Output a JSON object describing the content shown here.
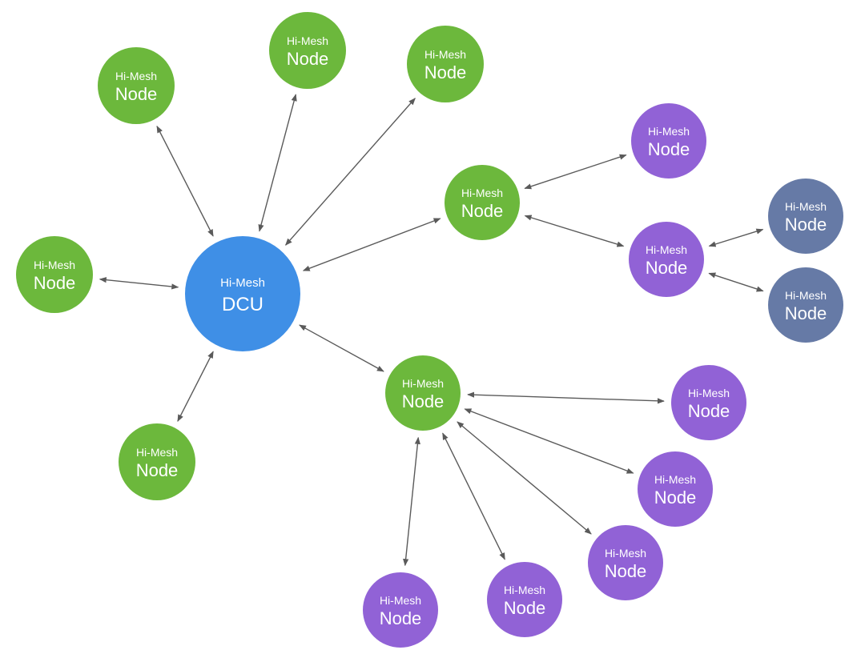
{
  "colors": {
    "dcu": "#3f8fe6",
    "tier1": "#6cb83c",
    "tier2": "#9162d6",
    "tier3": "#667aa6",
    "link": "#5a5a5a"
  },
  "dcu": {
    "line1": "Hi-Mesh",
    "line2": "DCU"
  },
  "nodes": [
    {
      "id": "n1",
      "tier": "tier1",
      "line1": "Hi-Mesh",
      "line2": "Node"
    },
    {
      "id": "n2",
      "tier": "tier1",
      "line1": "Hi-Mesh",
      "line2": "Node"
    },
    {
      "id": "n3",
      "tier": "tier1",
      "line1": "Hi-Mesh",
      "line2": "Node"
    },
    {
      "id": "n4",
      "tier": "tier1",
      "line1": "Hi-Mesh",
      "line2": "Node"
    },
    {
      "id": "n5",
      "tier": "tier1",
      "line1": "Hi-Mesh",
      "line2": "Node"
    },
    {
      "id": "n6",
      "tier": "tier1",
      "line1": "Hi-Mesh",
      "line2": "Node"
    },
    {
      "id": "n7",
      "tier": "tier1",
      "line1": "Hi-Mesh",
      "line2": "Node"
    },
    {
      "id": "p1",
      "tier": "tier2",
      "line1": "Hi-Mesh",
      "line2": "Node"
    },
    {
      "id": "p2",
      "tier": "tier2",
      "line1": "Hi-Mesh",
      "line2": "Node"
    },
    {
      "id": "s1",
      "tier": "tier3",
      "line1": "Hi-Mesh",
      "line2": "Node"
    },
    {
      "id": "s2",
      "tier": "tier3",
      "line1": "Hi-Mesh",
      "line2": "Node"
    },
    {
      "id": "p3",
      "tier": "tier2",
      "line1": "Hi-Mesh",
      "line2": "Node"
    },
    {
      "id": "p4",
      "tier": "tier2",
      "line1": "Hi-Mesh",
      "line2": "Node"
    },
    {
      "id": "p5",
      "tier": "tier2",
      "line1": "Hi-Mesh",
      "line2": "Node"
    },
    {
      "id": "p6",
      "tier": "tier2",
      "line1": "Hi-Mesh",
      "line2": "Node"
    },
    {
      "id": "p7",
      "tier": "tier2",
      "line1": "Hi-Mesh",
      "line2": "Node"
    }
  ],
  "links": [
    [
      "dcu",
      "n1"
    ],
    [
      "dcu",
      "n2"
    ],
    [
      "dcu",
      "n3"
    ],
    [
      "dcu",
      "n4"
    ],
    [
      "dcu",
      "n5"
    ],
    [
      "dcu",
      "n6"
    ],
    [
      "dcu",
      "n7"
    ],
    [
      "n6",
      "p1"
    ],
    [
      "n6",
      "p2"
    ],
    [
      "p2",
      "s1"
    ],
    [
      "p2",
      "s2"
    ],
    [
      "n7",
      "p3"
    ],
    [
      "n7",
      "p4"
    ],
    [
      "n7",
      "p5"
    ],
    [
      "n7",
      "p6"
    ],
    [
      "n7",
      "p7"
    ]
  ]
}
